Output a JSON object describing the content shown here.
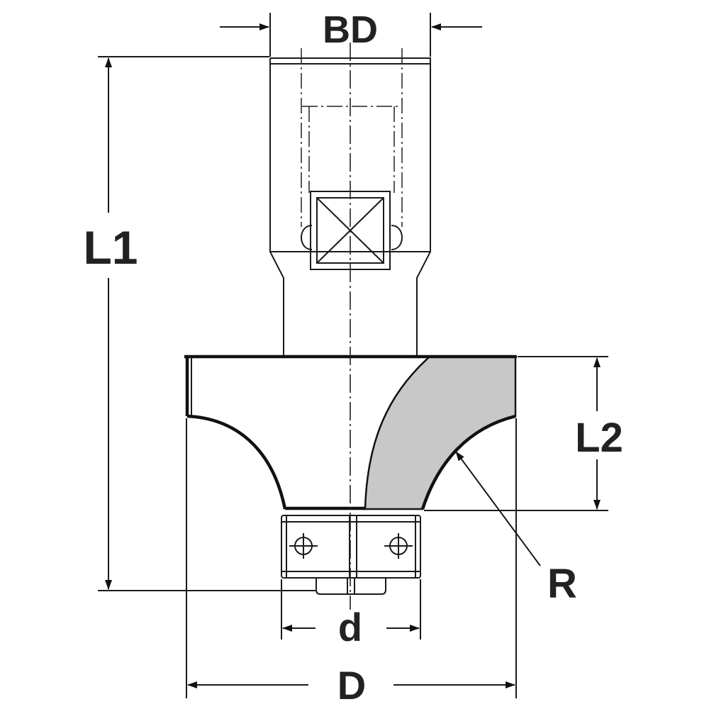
{
  "diagram": {
    "labels": {
      "bd": "BD",
      "l1": "L1",
      "l2": "L2",
      "r": "R",
      "d_small": "d",
      "d_large": "D"
    },
    "colors": {
      "line": "#111111",
      "insert_fill": "#c8c8c8",
      "text": "#222222",
      "background": "#ffffff"
    }
  }
}
